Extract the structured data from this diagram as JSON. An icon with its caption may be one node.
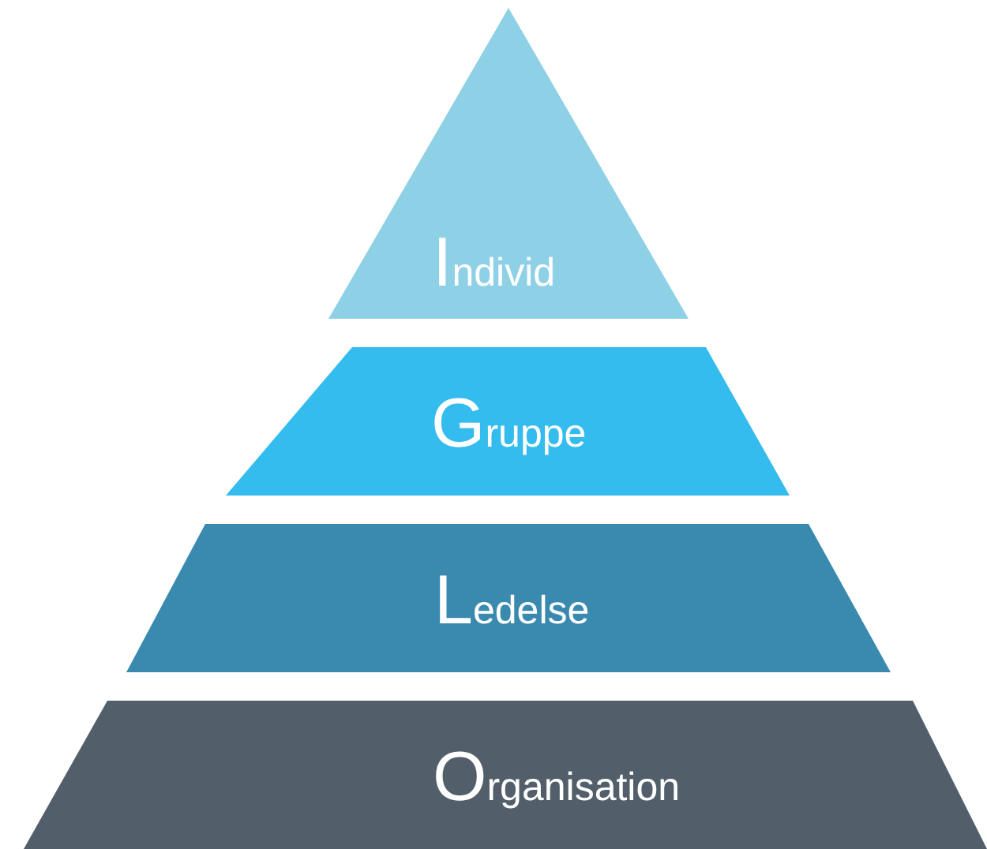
{
  "diagram": {
    "nodes": [
      {
        "text": [
          "Individ"
        ]
      },
      {
        "text": [
          "Gruppe"
        ]
      },
      {
        "text": [
          "Ledelse"
        ]
      },
      {
        "text": [
          "Organisation"
        ]
      }
    ]
  }
}
